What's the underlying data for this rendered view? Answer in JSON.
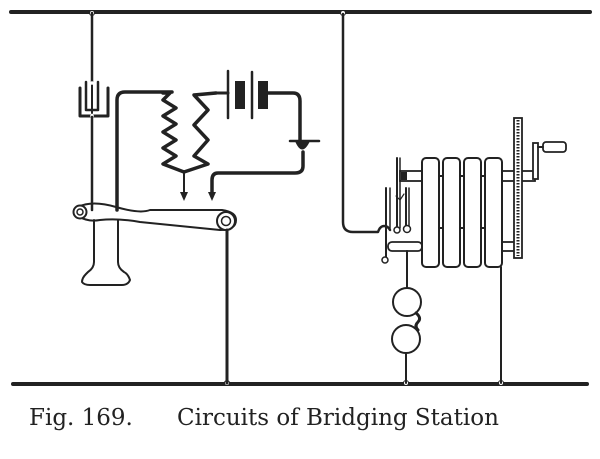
{
  "figure": {
    "label": "Fig. 169.",
    "title": "Circuits of Bridging Station"
  },
  "components": {
    "line_top": "upper-line-wire",
    "line_bottom": "lower-line-wire",
    "condenser": "condenser",
    "induction_coil": "induction-coil",
    "battery": "local-battery",
    "transmitter": "transmitter",
    "switch_hook": "switch-hook",
    "receiver": "receiver",
    "ringer": "polarized-ringer-bells",
    "generator": "magneto-generator",
    "crank": "generator-crank"
  },
  "colors": {
    "ink": "#222222",
    "paper": "#ffffff"
  }
}
